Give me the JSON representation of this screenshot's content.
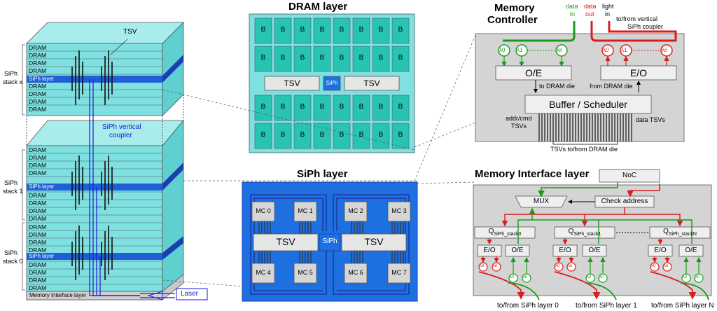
{
  "stack": {
    "tsv_label": "TSV",
    "dram_label": "DRAM",
    "siph_layer_label": "SiPh layer",
    "stack_x_label_1": "SiPh",
    "stack_x_label_2": "stack x",
    "stack_1_label_1": "SiPh",
    "stack_1_label_2": "stack 1",
    "stack_0_label_1": "SiPh",
    "stack_0_label_2": "stack 0",
    "coupler_label_1": "SiPh vertical",
    "coupler_label_2": "coupler",
    "ellipsis": "...",
    "memory_interface_label": "Memory interface layer",
    "laser_label": "Laser"
  },
  "dram_layer": {
    "title": "DRAM layer",
    "bank": "B",
    "tsv_left": "TSV",
    "siph": "SiPh",
    "tsv_right": "TSV"
  },
  "siph_layer": {
    "title": "SiPh layer",
    "mc": [
      "MC 0",
      "MC 1",
      "MC 2",
      "MC 3",
      "MC 4",
      "MC 5",
      "MC 6",
      "MC 7"
    ],
    "tsv_left": "TSV",
    "siph": "SiPh",
    "tsv_right": "TSV"
  },
  "memory_controller": {
    "title_1": "Memory",
    "title_2": "Controller",
    "data_in_1": "data",
    "data_in_2": "in",
    "data_out_1": "data",
    "data_out_2": "out",
    "light_in_1": "light",
    "light_in_2": "in",
    "coupler_1": "to/from vertical",
    "coupler_2": "SiPh coupler",
    "lambda0": "λ0",
    "lambda1": "λ1",
    "lambdan": "λn",
    "oe": "O/E",
    "eo": "E/O",
    "to_dram": "to DRAM die",
    "from_dram": "from DRAM die",
    "buffer": "Buffer / Scheduler",
    "addr_1": "addr/cmd",
    "addr_2": "TSVs",
    "data_tsvs": "data TSVs",
    "tsvs_to_dram": "TSVs to/from DRAM die"
  },
  "memory_interface": {
    "title": "Memory Interface layer",
    "noc": "NoC",
    "mux": "MUX",
    "check_address": "Check address",
    "q": "Q",
    "q0_sub": "SiPh_stack0",
    "q1_sub": "SiPh_stack1",
    "qn_sub": "SiPh_stackN",
    "eo": "E/O",
    "oe": "O/E",
    "lambda0": "λ0",
    "lambdan": "λn",
    "out_0": "to/from SiPh layer 0",
    "out_1": "to/from SiPh layer 1",
    "out_n": "to/from SiPh layer N"
  },
  "colors": {
    "dram_fill": "#7ee0e0",
    "bank_fill": "#27c4b4",
    "siph_blue": "#1e6fe0",
    "siph_dark": "#1a3fb0",
    "green": "#1a9a1a",
    "red": "#d91c1c",
    "panel_gray": "#d9d9d9"
  }
}
